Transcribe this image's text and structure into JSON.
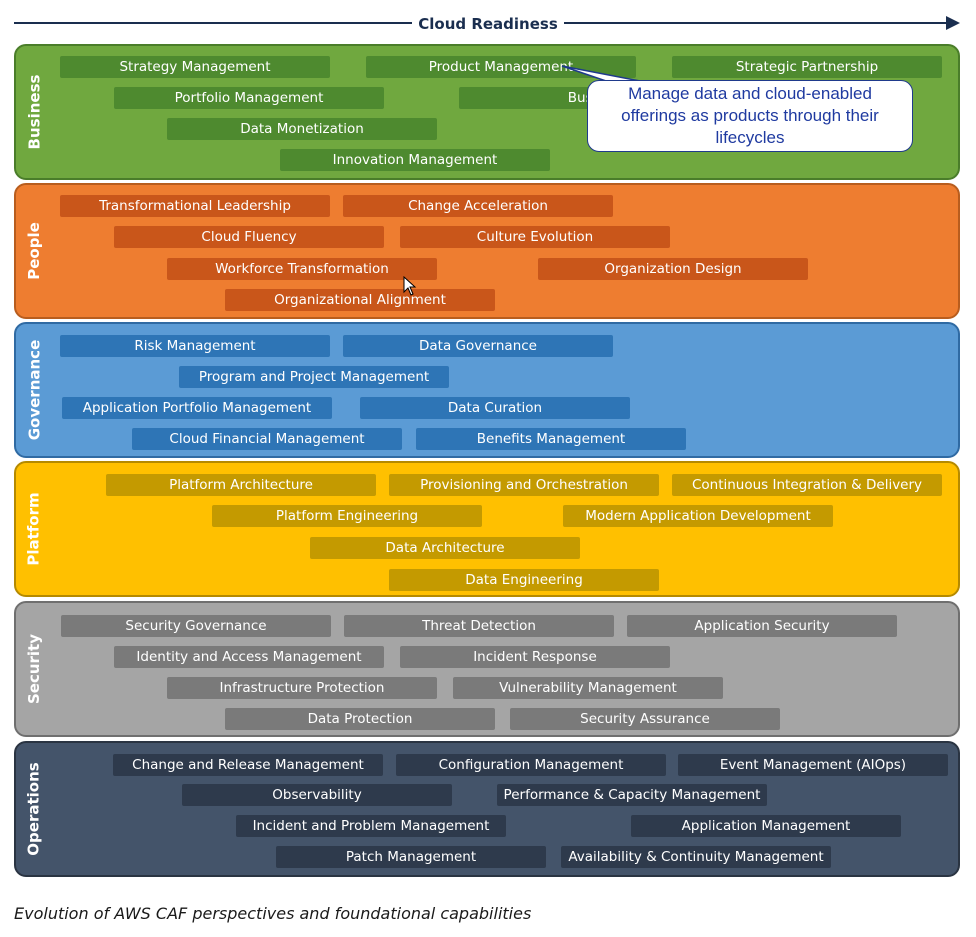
{
  "header": {
    "title": "Cloud Readiness"
  },
  "callout": {
    "text": "Manage data and cloud-enabled offerings as products through their lifecycles"
  },
  "caption": "Evolution of AWS CAF perspectives and foundational capabilities",
  "colors": {
    "business_bg": "#70a83f",
    "business_cap": "#4e8a2f",
    "people_bg": "#ee7d30",
    "people_cap": "#c9561a",
    "governance_bg": "#5b9bd5",
    "governance_cap": "#2e75b6",
    "platform_bg": "#ffc000",
    "platform_cap": "#c49a00",
    "security_bg": "#a5a5a5",
    "security_cap": "#7a7a7a",
    "operations_bg": "#44546a",
    "operations_cap": "#2e3a4c"
  },
  "perspectives": [
    {
      "name": "Business",
      "capabilities": [
        "Strategy Management",
        "Product Management",
        "Strategic Partnership",
        "Portfolio Management",
        "Busines",
        "Data Monetization",
        "Innovation Management"
      ]
    },
    {
      "name": "People",
      "capabilities": [
        "Transformational Leadership",
        "Change Acceleration",
        "Cloud Fluency",
        "Culture Evolution",
        "Workforce Transformation",
        "Organization Design",
        "Organizational Alignment"
      ]
    },
    {
      "name": "Governance",
      "capabilities": [
        "Risk Management",
        "Data Governance",
        "Program and Project Management",
        "Application Portfolio Management",
        "Data Curation",
        "Cloud Financial Management",
        "Benefits Management"
      ]
    },
    {
      "name": "Platform",
      "capabilities": [
        "Platform Architecture",
        "Provisioning and Orchestration",
        "Continuous Integration & Delivery",
        "Platform Engineering",
        "Modern Application Development",
        "Data Architecture",
        "Data Engineering"
      ]
    },
    {
      "name": "Security",
      "capabilities": [
        "Security Governance",
        "Threat Detection",
        "Application Security",
        "Identity and Access Management",
        "Incident Response",
        "Infrastructure Protection",
        "Vulnerability Management",
        "Data Protection",
        "Security Assurance"
      ]
    },
    {
      "name": "Operations",
      "capabilities": [
        "Change and Release Management",
        "Configuration Management",
        "Event Management (AIOps)",
        "Observability",
        "Performance & Capacity Management",
        "Incident and Problem Management",
        "Application Management",
        "Patch Management",
        "Availability & Continuity Management"
      ]
    }
  ]
}
